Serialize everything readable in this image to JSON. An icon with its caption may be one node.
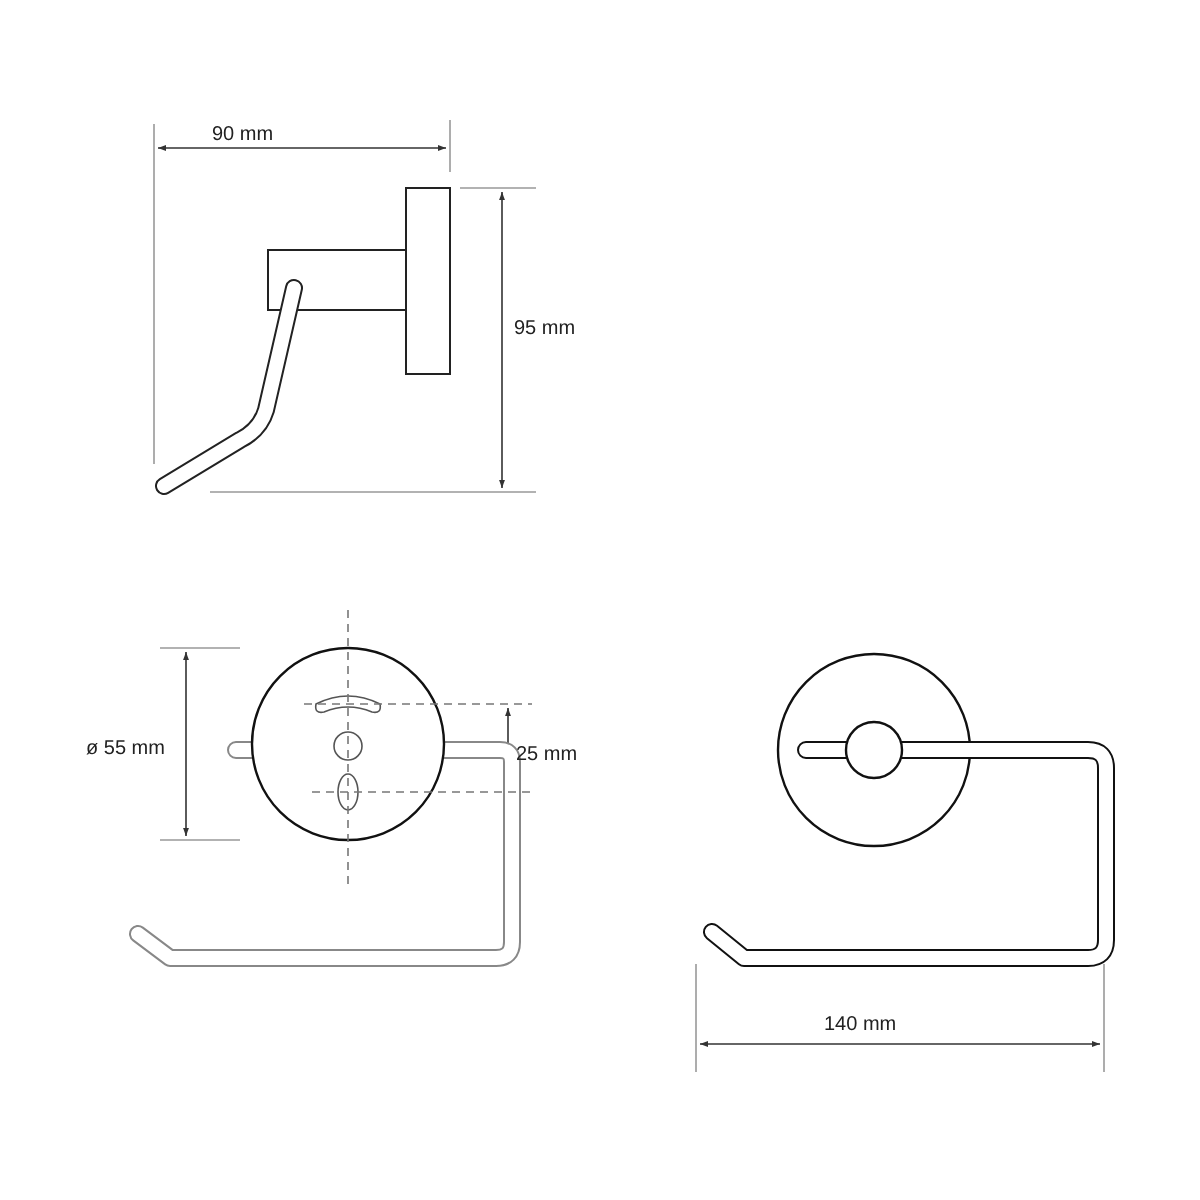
{
  "diagram": {
    "labels": [
      "90 mm",
      "95 mm",
      "ø 55 mm",
      "25 mm",
      "140 mm"
    ]
  }
}
